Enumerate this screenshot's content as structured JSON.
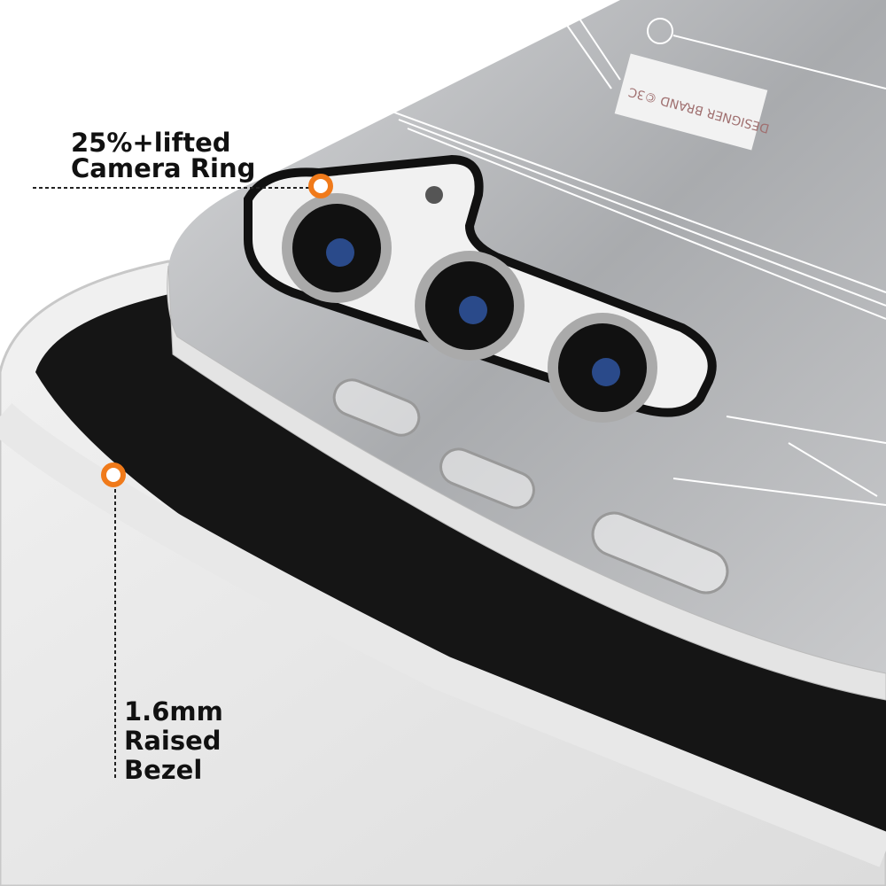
{
  "callouts": {
    "camera_ring": {
      "line1": "25%+lifted",
      "line2": "Camera Ring"
    },
    "bezel": {
      "line1": "1.6mm",
      "line2": "Raised",
      "line3": "Bezel"
    }
  },
  "logo_text": "DESIGNER BRAND ©3C",
  "colors": {
    "accent": "#F07A1A",
    "case_pattern": "#9a9da0",
    "camera_ring": "#111111"
  }
}
